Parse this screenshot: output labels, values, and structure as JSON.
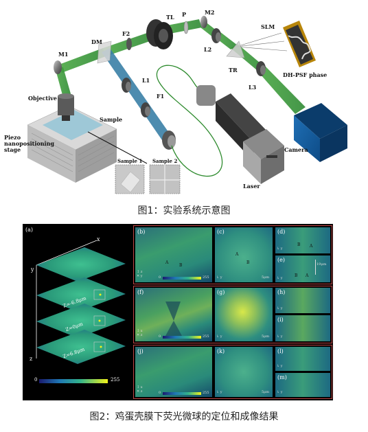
{
  "figure1": {
    "labels": {
      "tl": "TL",
      "p": "P",
      "m2": "M2",
      "slm": "SLM",
      "f2": "F2",
      "dm": "DM",
      "m1": "M1",
      "l2": "L2",
      "tr": "TR",
      "dhpsf": "DH-PSF phase",
      "l1": "L1",
      "l3": "L3",
      "f1": "F1",
      "objective": "Objective",
      "sample": "Sample",
      "piezo": "Piezo\nnanopositioning\nstage",
      "sample1": "Sample 1",
      "sample2": "Sample 2",
      "camera": "Camera",
      "laser": "Laser"
    },
    "caption": "图1：实验系统示意图"
  },
  "figure2": {
    "panels": {
      "a": "(a)",
      "b": "(b)",
      "c": "(c)",
      "d": "(d)",
      "e": "(e)",
      "f": "(f)",
      "g": "(g)",
      "h": "(h)",
      "i": "(i)",
      "j": "(j)",
      "k": "(k)",
      "l": "(l)",
      "m": "(m)"
    },
    "axis": {
      "x": "x",
      "y": "y",
      "z": "z"
    },
    "depths": [
      "Z=-6.8μm",
      "Z=0μm",
      "Z=6.8μm"
    ],
    "colorbar": {
      "min": "0",
      "max": "255"
    },
    "scale_5um": "5μm",
    "scale_19um": "19μm",
    "markers": {
      "a": "A",
      "b": "B"
    },
    "caption": "图2：鸡蛋壳膜下荧光微球的定位和成像结果"
  }
}
